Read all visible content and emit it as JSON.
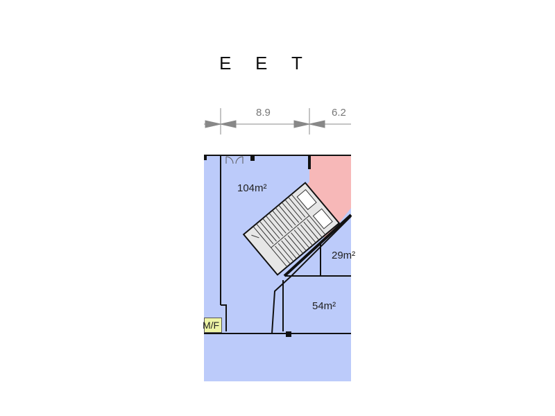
{
  "heading": {
    "letters": [
      "E",
      "E",
      "T"
    ]
  },
  "dimensions": [
    {
      "label": "8.9"
    },
    {
      "label": "6.2"
    }
  ],
  "rooms": [
    {
      "area": "104m²"
    },
    {
      "area": "29m²"
    },
    {
      "area": "54m²"
    }
  ],
  "tag": {
    "label": "M/F"
  },
  "colors": {
    "floor": "#bccbfa",
    "core": "#f7b8b8",
    "stair": "#e8e8e8",
    "wall": "#111111",
    "tag": "#eef5a6",
    "dimension": "#777777"
  }
}
